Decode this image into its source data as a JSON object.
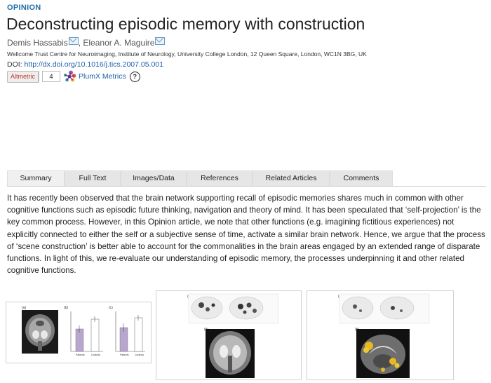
{
  "article": {
    "section": "OPINION",
    "title": "Deconstructing episodic memory with construction",
    "authors": [
      "Demis Hassabis",
      "Eleanor A. Maguire"
    ],
    "author_separator": ",",
    "affiliation": "Wellcome Trust Centre for Neuroimaging, Institute of Neurology, University College London, 12 Queen Square, London, WC1N 3BG, UK",
    "doi_label": "DOI:",
    "doi_link": "http://dx.doi.org/10.1016/j.tics.2007.05.001"
  },
  "metrics": {
    "altmetric_label": "Altmetric",
    "altmetric_score": "4",
    "plumx_label": "PlumX Metrics",
    "help_symbol": "?"
  },
  "tabs": [
    {
      "label": "Summary",
      "active": true
    },
    {
      "label": "Full Text"
    },
    {
      "label": "Images/Data"
    },
    {
      "label": "References"
    },
    {
      "label": "Related Articles"
    },
    {
      "label": "Comments"
    }
  ],
  "abstract": "It has recently been observed that the brain network supporting recall of episodic memories shares much in common with other cognitive functions such as episodic future thinking, navigation and theory of mind. It has been speculated that ‘self-projection’ is the key common process. However, in this Opinion article, we note that other functions (e.g. imagining fictitious experiences) not explicitly connected to either the self or a subjective sense of time, activate a similar brain network. Hence, we argue that the process of ‘scene construction’ is better able to account for the commonalities in the brain areas engaged by an extended range of disparate functions. In light of this, we re-evaluate our understanding of episodic memory, the processes underpinning it and other related cognitive functions.",
  "figures": {
    "fig1": {
      "panel_a": "(a)",
      "panel_b": "(b)",
      "panel_c": "(c)",
      "cat1": "Patients",
      "cat2": "Controls",
      "bar_color": "#b8a6d0"
    },
    "fig2": {
      "panel_a": "(a)",
      "panel_b": "(b)"
    },
    "fig3": {
      "panel_a": "(a)",
      "panel_b": "(b)",
      "highlight_color": "#e8b820"
    }
  }
}
